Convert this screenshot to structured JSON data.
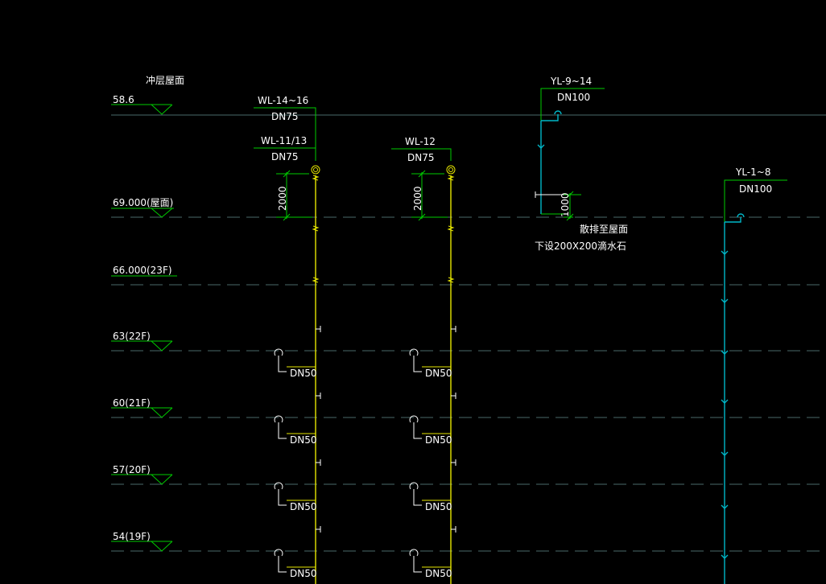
{
  "colors": {
    "background": "#000000",
    "level_line": "#4a6a6a",
    "green": "#00cc00",
    "yellow": "#e6e600",
    "cyan": "#00b7c8",
    "white": "#ffffff"
  },
  "levels": [
    {
      "id": "lvl-58",
      "label": "58.6",
      "caption": "冲层屋面"
    },
    {
      "id": "lvl-69",
      "label": "69.000(屋面)",
      "caption": ""
    },
    {
      "id": "lvl-66",
      "label": "66.000(23F)",
      "caption": ""
    },
    {
      "id": "lvl-63",
      "label": "63(22F)",
      "caption": ""
    },
    {
      "id": "lvl-60",
      "label": "60(21F)",
      "caption": ""
    },
    {
      "id": "lvl-57",
      "label": "57(20F)",
      "caption": ""
    },
    {
      "id": "lvl-54",
      "label": "54(19F)",
      "caption": ""
    }
  ],
  "risers": [
    {
      "id": "wl-14-16",
      "tag": "WL-14~16",
      "size": "DN75"
    },
    {
      "id": "wl-11-13",
      "tag": "WL-11/13",
      "size": "DN75"
    },
    {
      "id": "wl-12",
      "tag": "WL-12",
      "size": "DN75"
    },
    {
      "id": "yl-9-14",
      "tag": "YL-9~14",
      "size": "DN100"
    },
    {
      "id": "yl-1-8",
      "tag": "YL-1~8",
      "size": "DN100"
    }
  ],
  "dimensions": {
    "vent_height_left": "2000",
    "vent_height_mid": "2000",
    "outlet_height": "1000"
  },
  "notes": {
    "discharge": "散排至屋面",
    "splash_stone": "下设200X200滴水石"
  },
  "branch_size": "DN50"
}
